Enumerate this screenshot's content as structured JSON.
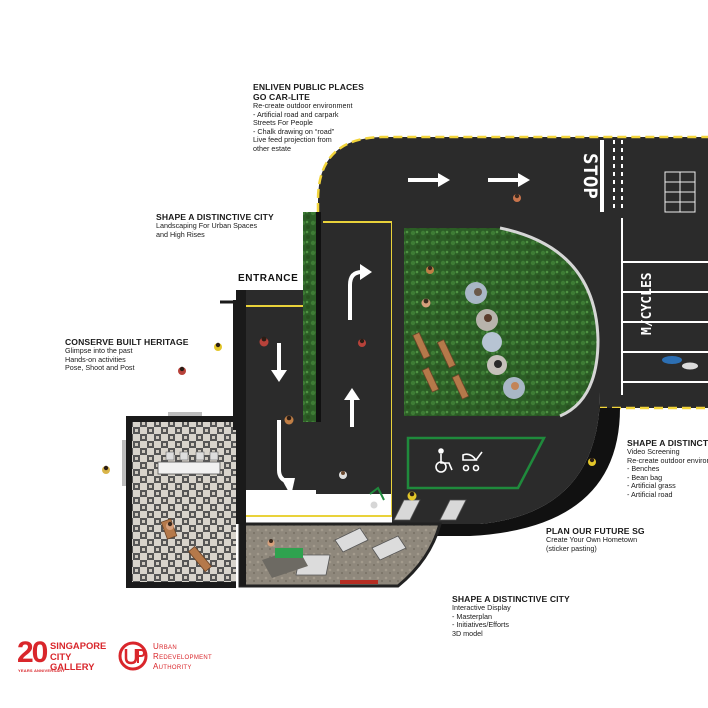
{
  "annotations": {
    "go_car_lite": {
      "heading1": "ENLIVEN PUBLIC PLACES",
      "heading2": "GO CAR-LITE",
      "lines": [
        "Re-create outdoor environment",
        "- Artificial road and carpark",
        "Streets For People",
        "- Chalk drawing on “road”",
        "Live feed projection from",
        "other estate"
      ]
    },
    "distinctive_city_top": {
      "heading": "SHAPE A DISTINCTIVE CITY",
      "lines": [
        "Landscaping For Urban Spaces",
        "and High Rises"
      ]
    },
    "entrance": "ENTRANCE",
    "conserve": {
      "heading": "CONSERVE BUILT HERITAGE",
      "lines": [
        "Glimpse into the past",
        "Hands-on activities",
        "Pose, Shoot and Post"
      ]
    },
    "distinctive_city_right": {
      "heading": "SHAPE A DISTINCTIVE CITY",
      "lines": [
        "Video Screening",
        "Re-create outdoor environment",
        "- Benches",
        "- Bean bag",
        "- Artificial grass",
        "- Artificial road"
      ]
    },
    "plan_future": {
      "heading": "PLAN OUR FUTURE SG",
      "lines": [
        "Create Your Own Hometown",
        "(sticker pasting)"
      ]
    },
    "distinctive_city_bottom": {
      "heading": "SHAPE A DISTINCTIVE CITY",
      "lines": [
        "Interactive Display",
        "- Masterplan",
        "- Initiatives/Efforts",
        "3D model"
      ]
    }
  },
  "road_markings": {
    "stop": "STOP",
    "cycles": "M/CYCLES"
  },
  "logos": {
    "gallery_number": "20",
    "gallery_sub": "YEARS ANNIVERSARY",
    "gallery_name_1": "SINGAPORE",
    "gallery_name_2": "CITY",
    "gallery_name_3": "GALLERY",
    "ura_1": "Urban",
    "ura_2": "Redevelopment",
    "ura_3": "Authority"
  },
  "colors": {
    "asphalt": "#2b2b2b",
    "road_edge": "#f2d43a",
    "grass": "#2f6b2a",
    "disabled_bay": "#1f8a3c",
    "brand_red": "#d9262b",
    "tile_light": "#d8d4cc",
    "tile_dark": "#4a4a4a"
  }
}
